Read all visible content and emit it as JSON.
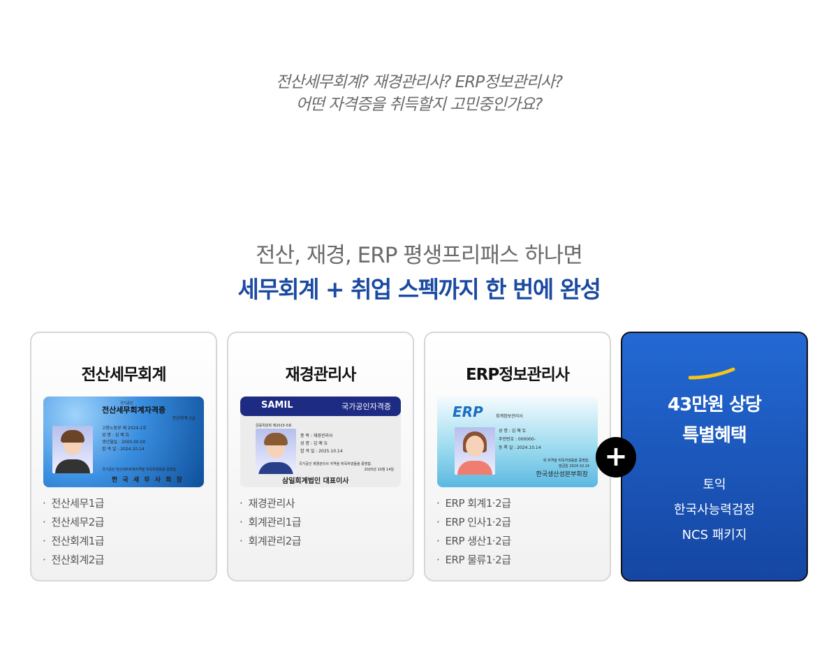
{
  "intro": {
    "line1": "전산세무회계? 재경관리사? ERP정보관리사?",
    "line2": "어떤 자격증을 취득할지 고민중인가요?"
  },
  "headline": {
    "line1": "전산, 재경, ERP 평생프리패스 하나면",
    "line2": "세무회계 + 취업 스펙까지 한 번에 완성"
  },
  "cards": [
    {
      "title": "전산세무회계",
      "id_card": {
        "top": "국가공인",
        "name": "전산세무회계자격증",
        "grade": "전산회계 2급",
        "no": "고용노동부 제 2024-1호",
        "f1": "성    명 : 김 예 듀",
        "f2": "생년월일 : 2000.00.00",
        "f3": "합 격 일 : 2024.10.14",
        "note": "국가공인 전산세무회계자격을 취득하였음을 증명함.",
        "issuer": "한 국 세 무 사 회 장"
      },
      "items": [
        "전산세무1급",
        "전산세무2급",
        "전산회계1급",
        "전산회계2급"
      ]
    },
    {
      "title": "재경관리사",
      "id_card": {
        "brand": "SAMIL",
        "name": "국가공인자격증",
        "no": "금융위원회 제2015-5호",
        "f1": "종    목 : 재경관리사",
        "f2": "성    명 : 김 예 듀",
        "f3": "합 격 일 : 2025.10.14",
        "note": "국가공인 재경관리사 자격을 취득하였음을 증명함.",
        "date": "2025년 10월 14일",
        "issuer": "삼일회계법인 대표이사"
      },
      "items": [
        "재경관리사",
        "회계관리1급",
        "회계관리2급"
      ]
    },
    {
      "title": "ERP정보관리사",
      "id_card": {
        "brand": "ERP",
        "name": "회계정보관리사",
        "f1": "성    명 : 김 예 듀",
        "f2": "주민번호 : 000000-",
        "f3": "등 록 일 : 2024.10.14",
        "note": "위 자격을 취득하였음을 증명함.",
        "date": "발급일 2024.10.14",
        "issuer": "한국생산성본부회장"
      },
      "items": [
        "ERP 회계1·2급",
        "ERP 인사1·2급",
        "ERP 생산1·2급",
        "ERP 물류1·2급"
      ]
    }
  ],
  "plus_icon": "+",
  "bonus": {
    "value": "43만원 상당",
    "title": "특별혜택",
    "items": [
      "토익",
      "한국사능력검정",
      "NCS 패키지"
    ]
  },
  "colors": {
    "accent": "#1b4aa0",
    "yellow": "#f5c518"
  }
}
